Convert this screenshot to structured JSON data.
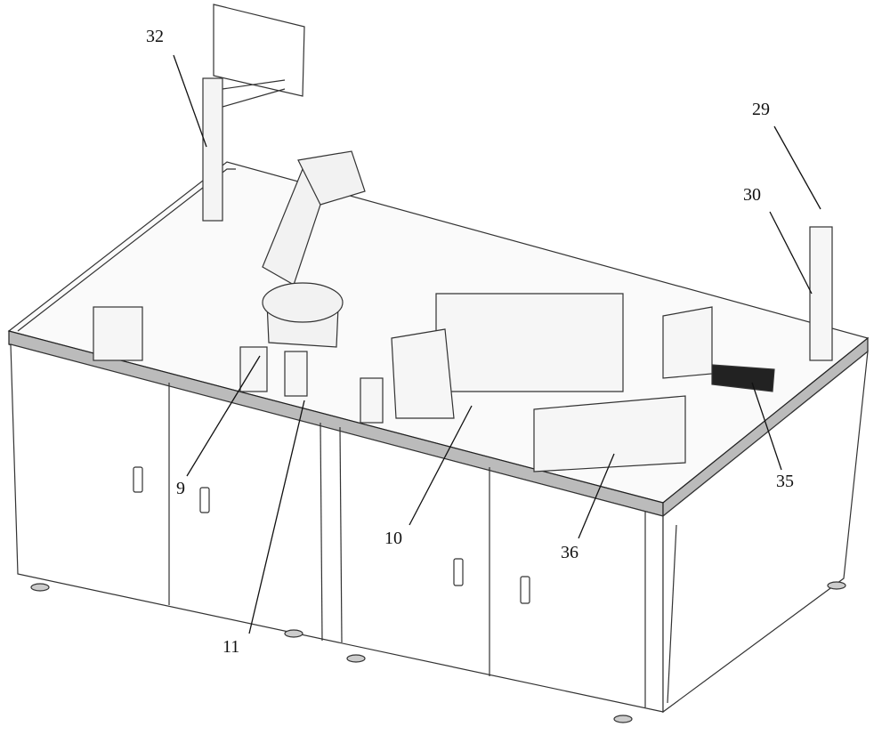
{
  "figure": {
    "labels": {
      "l32": "32",
      "l29": "29",
      "l30": "30",
      "l9": "9",
      "l11": "11",
      "l10": "10",
      "l36": "36",
      "l35": "35"
    }
  }
}
